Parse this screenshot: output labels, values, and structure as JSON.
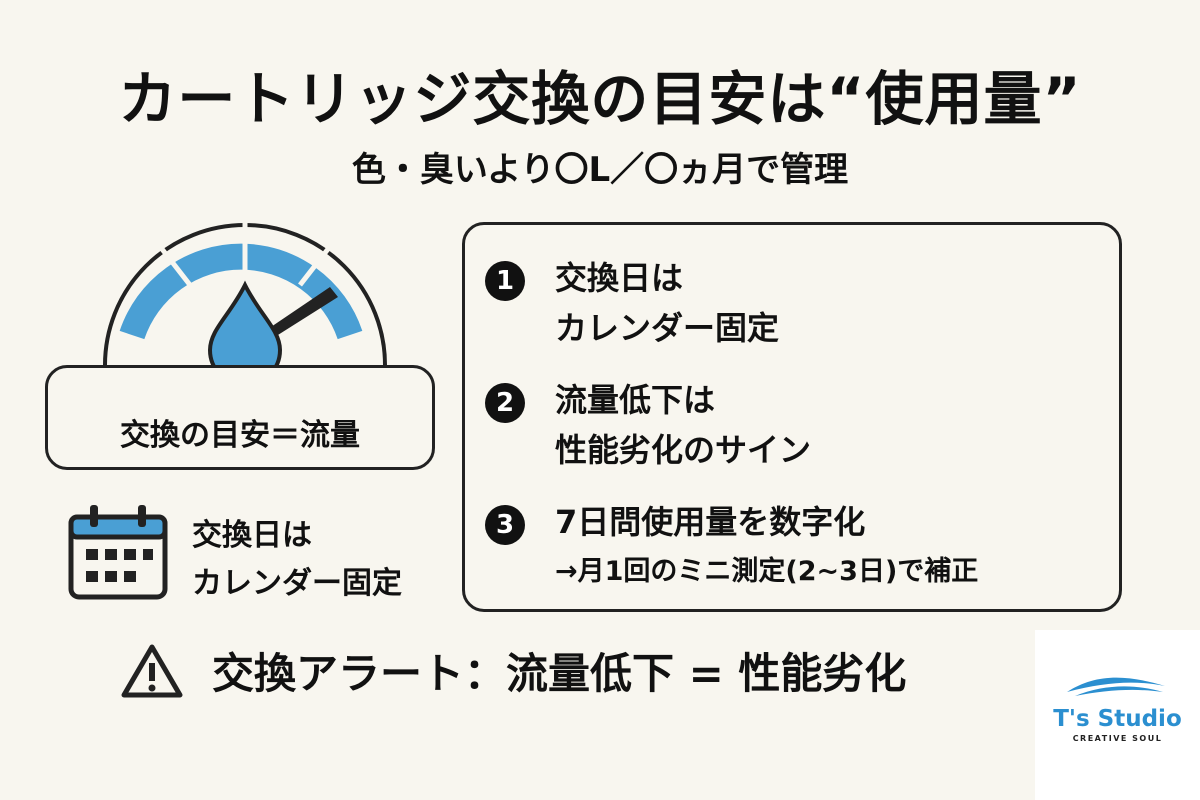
{
  "title": "カートリッジ交換の目安は“使用量”",
  "subtitle": "色・臭いより〇L／〇ヵ月で管理",
  "gauge": {
    "label": "交換の目安＝流量",
    "accent": "#4a9fd4"
  },
  "calendar": {
    "line1": "交換日は",
    "line2": "カレンダー固定"
  },
  "steps": [
    {
      "num": "1",
      "line1": "交換日は",
      "line2": "カレンダー固定"
    },
    {
      "num": "2",
      "line1": "流量低下は",
      "line2": "性能劣化のサイン"
    },
    {
      "num": "3",
      "line1": "7日問使用量を数字化",
      "line2": "→月1回のミニ測定(2~3日)で補正"
    }
  ],
  "alert": {
    "text": "交換アラート：流量低下 = 性能劣化"
  },
  "logo": {
    "name": "T's Studio",
    "tagline": "CREATIVE SOUL"
  }
}
